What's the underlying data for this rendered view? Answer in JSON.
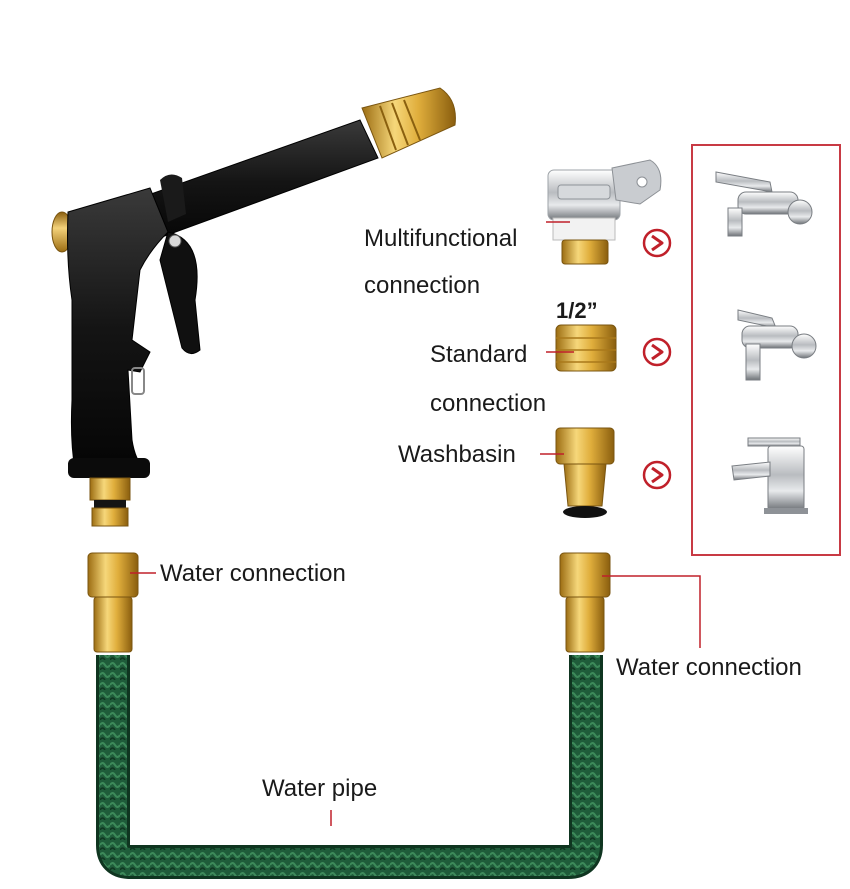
{
  "labels": {
    "multifunctional_line1": "Multifunctional",
    "multifunctional_line2": "connection",
    "size": "1/2”",
    "standard_line1": "Standard",
    "standard_line2": "connection",
    "washbasin": "Washbasin",
    "water_connection_left": "Water connection",
    "water_connection_right": "Water connection",
    "water_pipe": "Water pipe"
  },
  "icons": {
    "arrows": [
      "arrow-right-icon",
      "arrow-right-icon",
      "arrow-right-icon"
    ],
    "faucets": [
      "wall-faucet-icon",
      "garden-tap-icon",
      "basin-mixer-icon"
    ]
  },
  "colors": {
    "leader_line": "#c0202a",
    "frame": "#c83a44",
    "brass": "#d9a93a",
    "gun_black": "#151515",
    "hose_green": "#1f5c3a"
  }
}
